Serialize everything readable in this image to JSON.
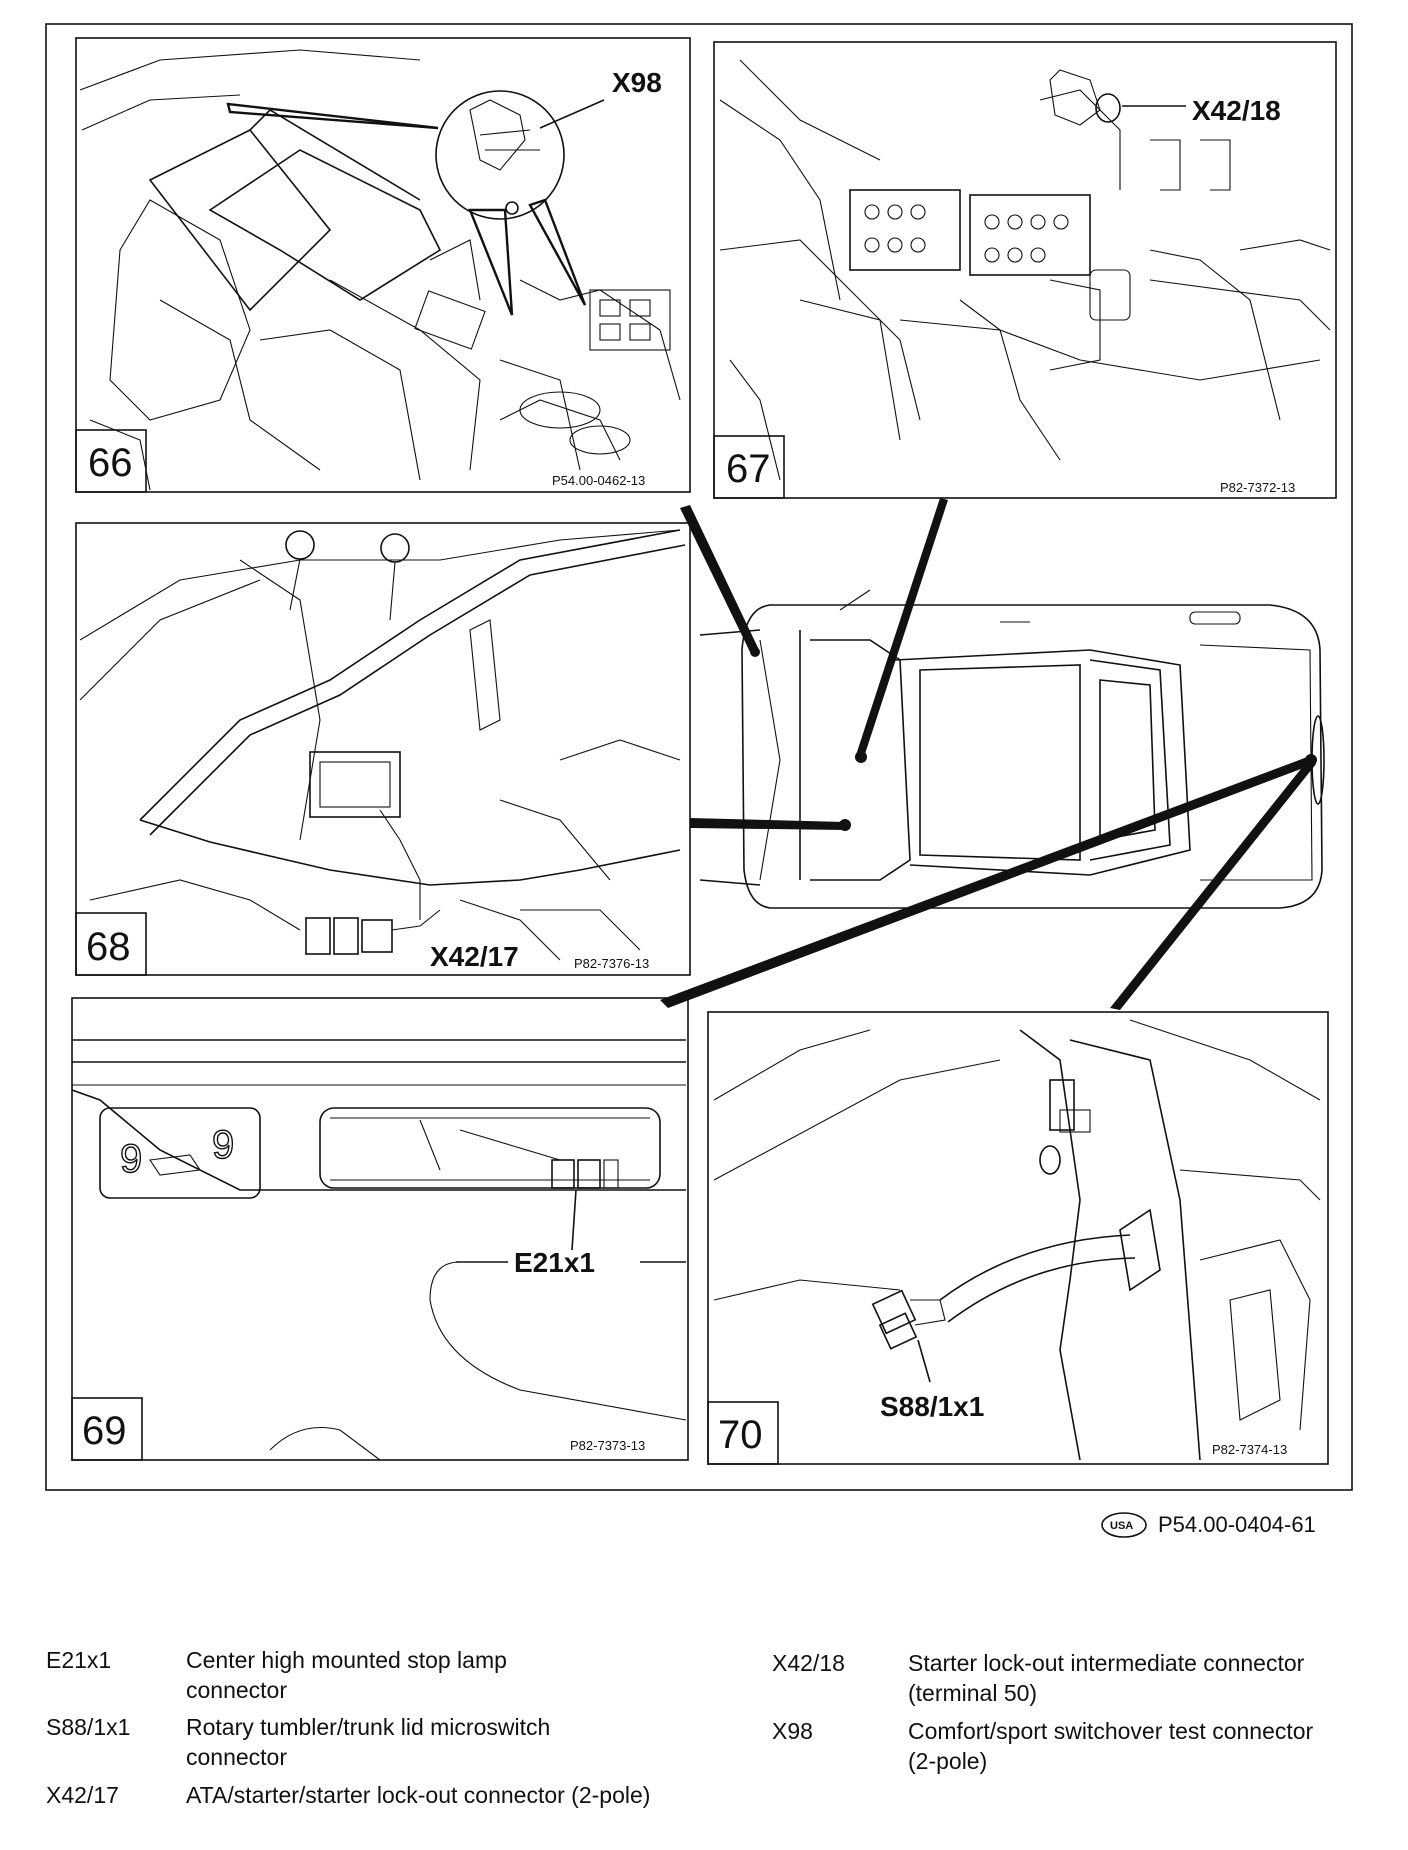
{
  "panels": [
    {
      "number": "66",
      "ref": "P54.00-0462-13",
      "callout": "X98"
    },
    {
      "number": "67",
      "ref": "P82-7372-13",
      "callout": "X42/18"
    },
    {
      "number": "68",
      "ref": "P82-7376-13",
      "callout": "X42/17"
    },
    {
      "number": "69",
      "ref": "P82-7373-13",
      "callout": "E21x1"
    },
    {
      "number": "70",
      "ref": "P82-7374-13",
      "callout": "S88/1x1"
    }
  ],
  "figure": {
    "badge": "USA",
    "ref": "P54.00-0404-61"
  },
  "legend": [
    {
      "code": "E21x1",
      "desc": "Center high mounted stop lamp connector"
    },
    {
      "code": "S88/1x1",
      "desc": "Rotary tumbler/trunk lid microswitch connector"
    },
    {
      "code": "X42/17",
      "desc": "ATA/starter/starter lock-out connector (2-pole)"
    },
    {
      "code": "X42/18",
      "desc": "Starter lock-out intermediate connector (terminal 50)"
    },
    {
      "code": "X98",
      "desc": "Comfort/sport switchover test connector (2-pole)"
    }
  ]
}
